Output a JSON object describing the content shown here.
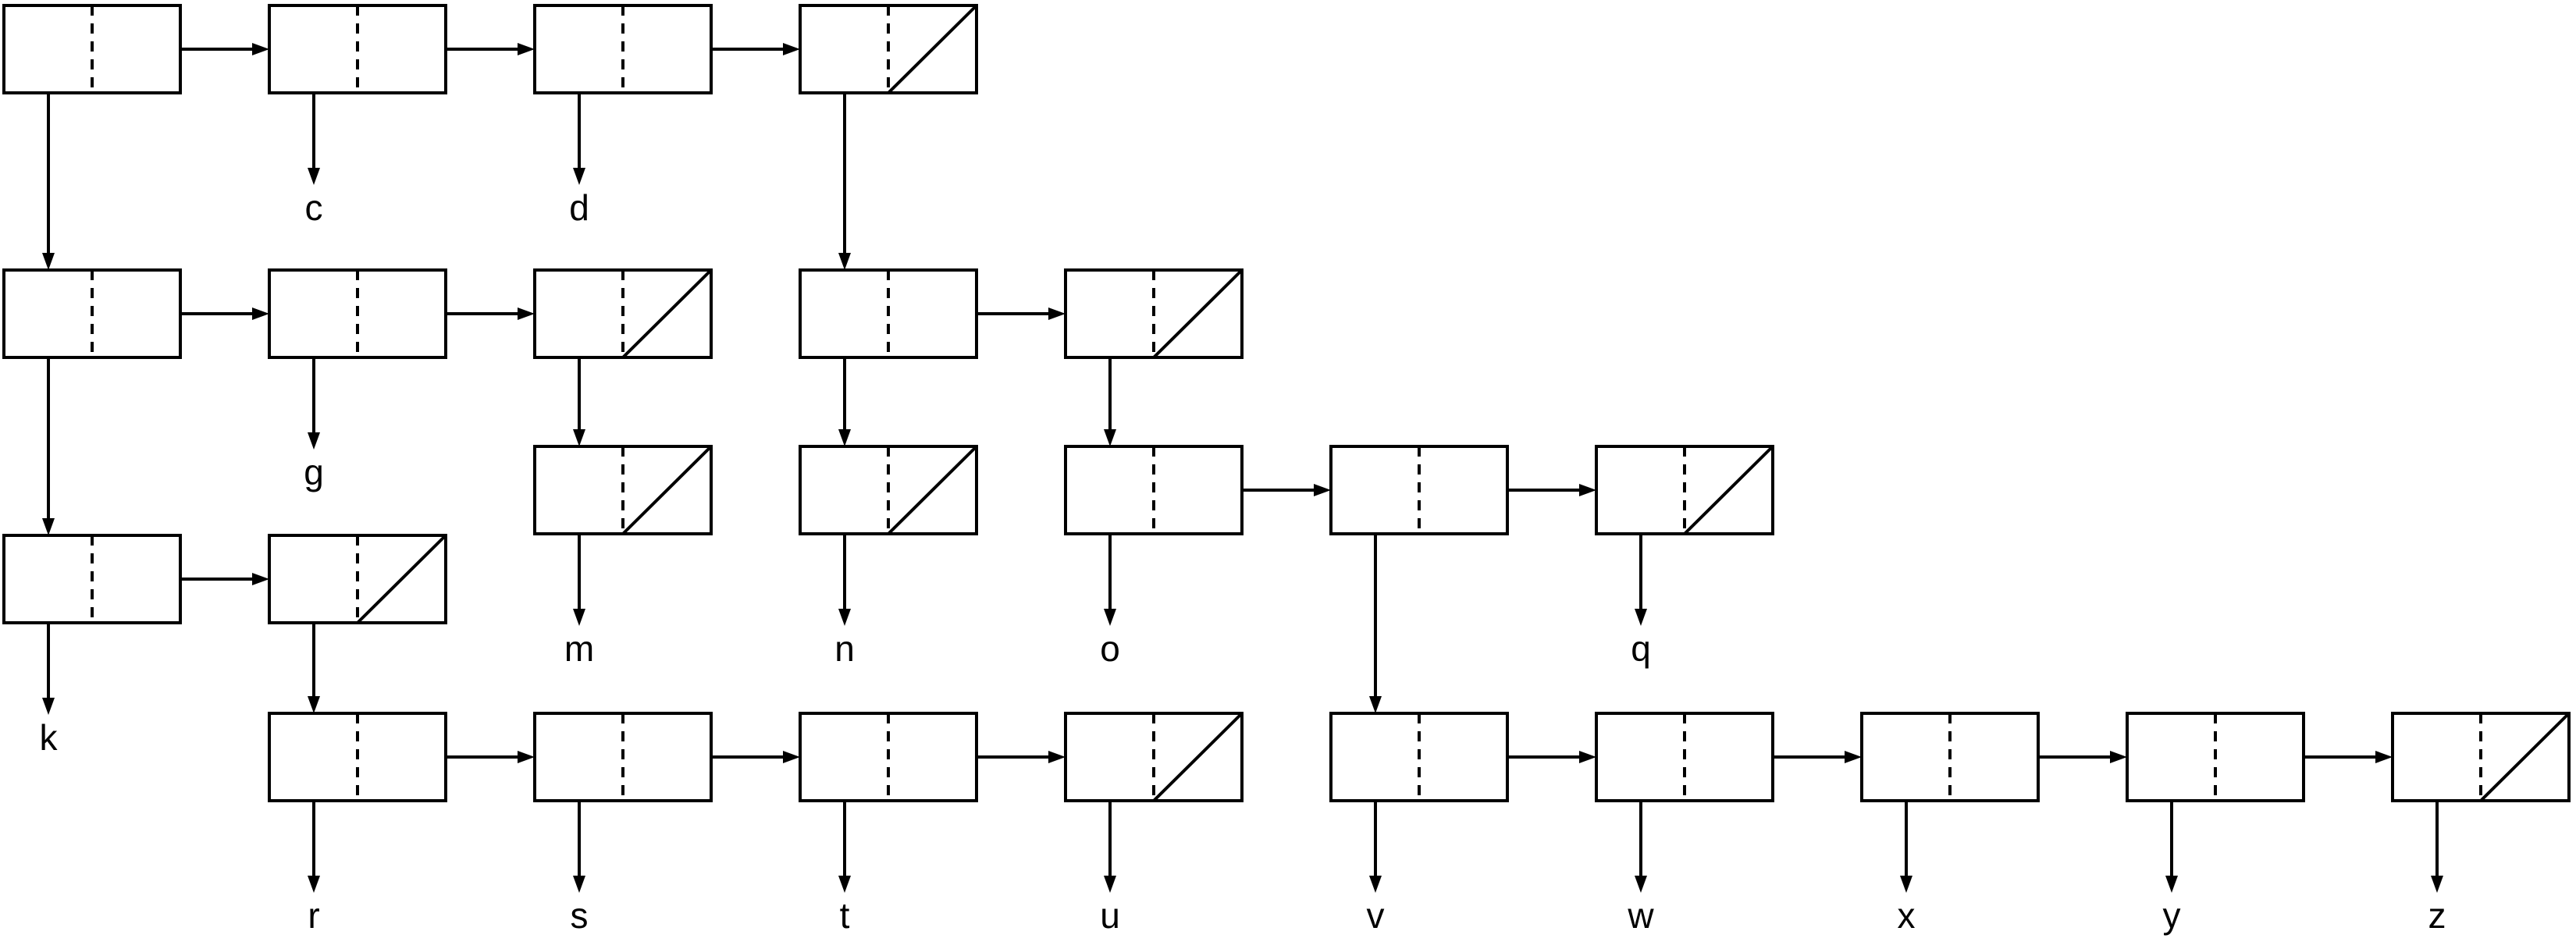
{
  "diagram": {
    "atoms": [
      "c",
      "d",
      "g",
      "k",
      "m",
      "n",
      "o",
      "q",
      "r",
      "s",
      "t",
      "u",
      "v",
      "w",
      "x",
      "y",
      "z"
    ]
  }
}
